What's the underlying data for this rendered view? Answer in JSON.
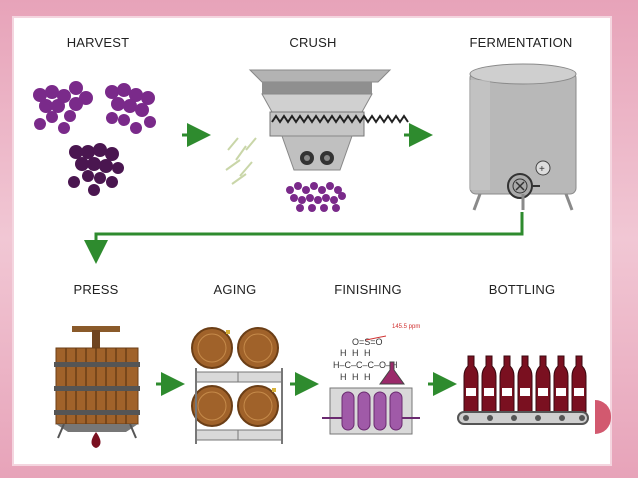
{
  "labels": {
    "harvest": "HARVEST",
    "crush": "CRUSH",
    "fermentation": "FERMENTATION",
    "press": "PRESS",
    "aging": "AGING",
    "finishing": "FINISHING",
    "bottling": "BOTTLING"
  },
  "chem": {
    "formula_top": "O=S=O",
    "annotation": "145.5 ppm"
  },
  "colors": {
    "arrow": "#2e8b2e",
    "grape": "#7a2a8a",
    "barrel": "#9b5a2a",
    "wine": "#7a1020",
    "metal": "#b8b8b8"
  }
}
